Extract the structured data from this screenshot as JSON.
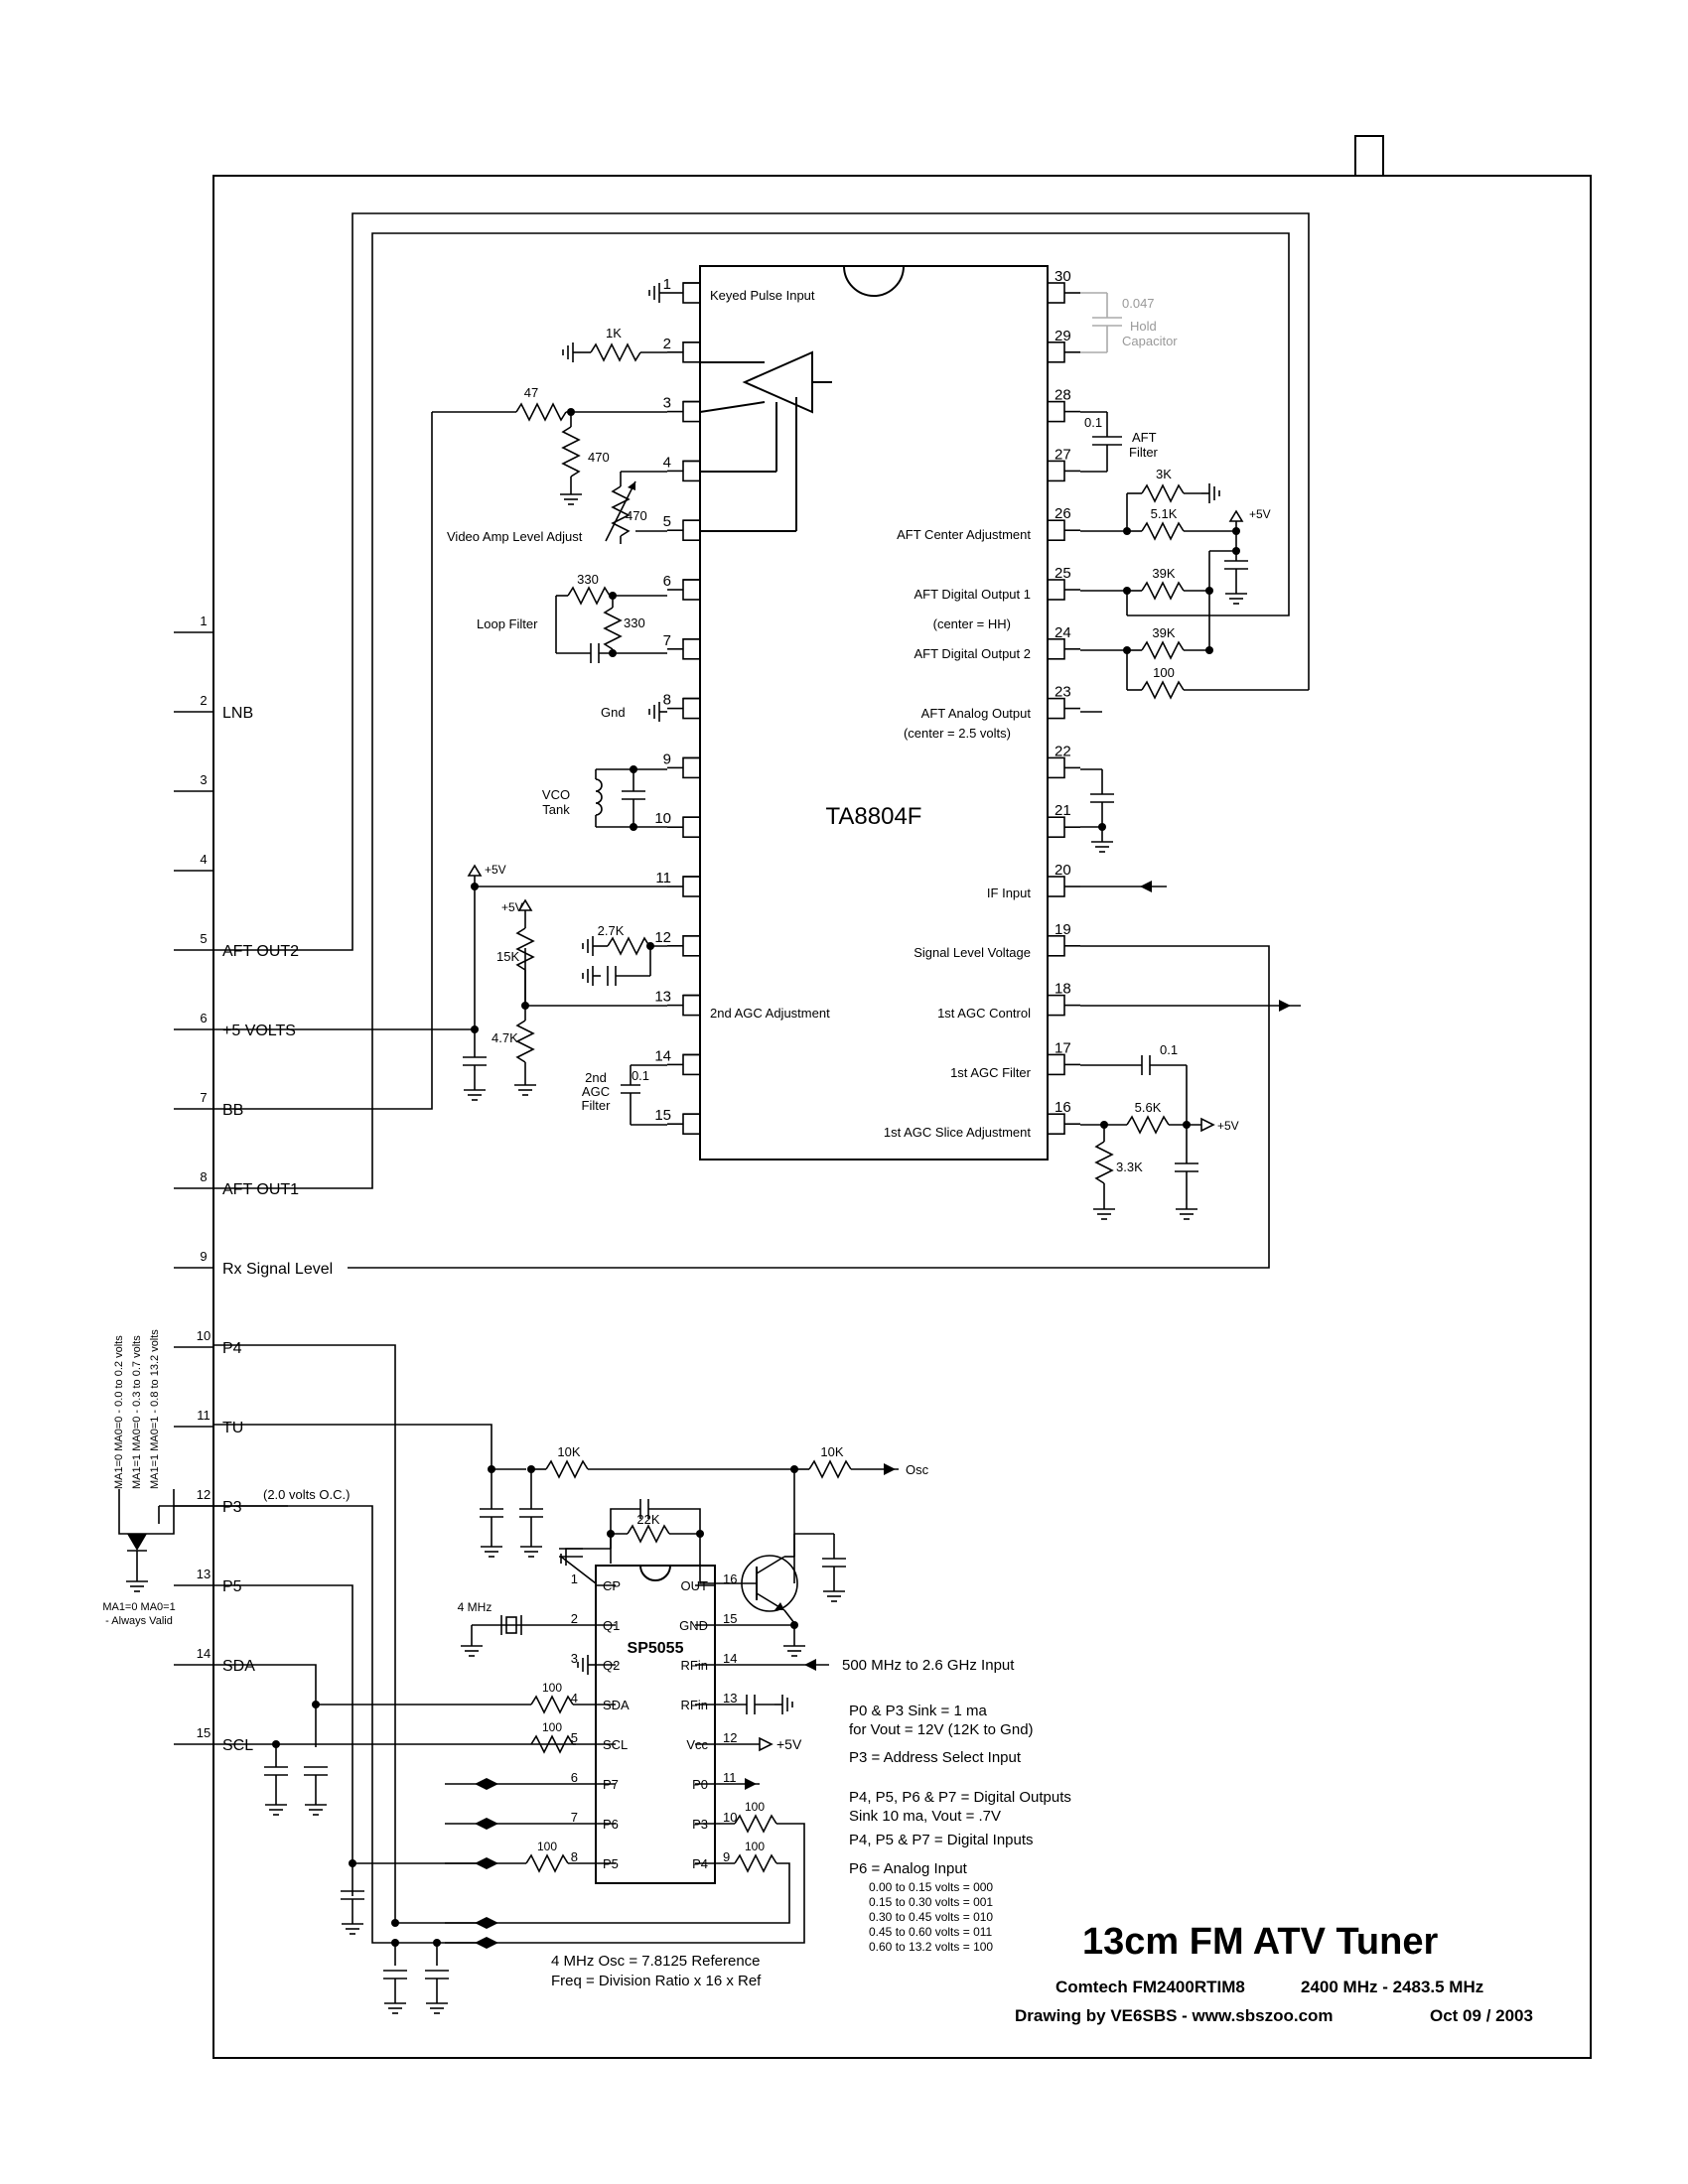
{
  "title": {
    "main": "13cm FM ATV Tuner",
    "model": "Comtech FM2400RTIM8",
    "range": "2400 MHz - 2483.5 MHz",
    "credit": "Drawing by VE6SBS - www.sbszoo.com",
    "date": "Oct 09 / 2003"
  },
  "chip1": {
    "name": "TA8804F",
    "left_pins": [
      "1",
      "2",
      "3",
      "4",
      "5",
      "6",
      "7",
      "8",
      "9",
      "10",
      "11",
      "12",
      "13",
      "14",
      "15"
    ],
    "right_pins": [
      "30",
      "29",
      "28",
      "27",
      "26",
      "25",
      "24",
      "23",
      "22",
      "21",
      "20",
      "19",
      "18",
      "17",
      "16"
    ],
    "left_labels": [
      "Keyed Pulse Input",
      "2nd AGC Adjustment"
    ],
    "right_labels": [
      "AFT Center Adjustment",
      "AFT Digital Output 1",
      "(center = HH)",
      "AFT Digital Output 2",
      "AFT Analog Output",
      "(center = 2.5 volts)",
      "IF Input",
      "Signal Level Voltage",
      "1st AGC Control",
      "1st AGC Filter",
      "1st AGC Slice Adjustment"
    ]
  },
  "chip2": {
    "name": "SP5055",
    "left_pins": [
      "1",
      "2",
      "3",
      "4",
      "5",
      "6",
      "7",
      "8"
    ],
    "right_pins": [
      "16",
      "15",
      "14",
      "13",
      "12",
      "11",
      "10",
      "9"
    ],
    "left_labels": [
      "CP",
      "Q1",
      "Q2",
      "SDA",
      "SCL",
      "P7",
      "P6",
      "P5"
    ],
    "right_labels": [
      "OUT",
      "GND",
      "RFin",
      "RFin",
      "Vcc",
      "P0",
      "P3",
      "P4"
    ]
  },
  "connector": {
    "pins": [
      "1",
      "2",
      "3",
      "4",
      "5",
      "6",
      "7",
      "8",
      "9",
      "10",
      "11",
      "12",
      "13",
      "14",
      "15"
    ],
    "labels": [
      "",
      "LNB",
      "",
      "",
      "AFT OUT2",
      "+5 VOLTS",
      "BB",
      "AFT OUT1",
      "Rx Signal Level",
      "P4",
      "TU",
      "P3",
      "P5",
      "SDA",
      "SCL"
    ]
  },
  "components": {
    "r_1k": "1K",
    "r_47": "47",
    "r_470a": "470",
    "r_470b": "470",
    "r_330a": "330",
    "r_330b": "330",
    "r_27k": "2.7K",
    "r_15k": "15K",
    "r_47k": "4.7K",
    "r_3k": "3K",
    "r_51k": "5.1K",
    "r_39ka": "39K",
    "r_39kb": "39K",
    "r_100": "100",
    "r_56k": "5.6K",
    "r_33k": "3.3K",
    "c_047": "0.047",
    "hold": "Hold",
    "capacitor": "Capacitor",
    "c_01a": "0.1",
    "aft": "AFT",
    "filter": "Filter",
    "c_01b": "0.1",
    "c_01c": "0.1",
    "r_10ka": "10K",
    "r_10kb": "10K",
    "r_22k": "22K",
    "r_100_sda": "100",
    "r_100_scl": "100",
    "r_100_p5": "100",
    "r_100_p3": "100",
    "r_100_p4": "100",
    "xtal": "4 MHz",
    "osc": "Osc"
  },
  "labels": {
    "video_amp": "Video Amp Level Adjust",
    "loop_filter": "Loop Filter",
    "gnd": "Gnd",
    "vco1": "VCO",
    "vco2": "Tank",
    "agc1": "2nd",
    "agc2": "AGC",
    "agc3": "Filter",
    "plus5v": "+5V",
    "p3_oc": "(2.0 volts O.C.)",
    "rf_in": "500 MHz to 2.6 GHz Input",
    "ma_lines": [
      "MA1=0  MA0=0  - 0.0 to 0.2 volts",
      "MA1=1  MA0=0  - 0.3 to 0.7 volts",
      "MA1=1  MA0=1  - 0.8 to 13.2 volts"
    ],
    "ma_valid1": "MA1=0  MA0=1",
    "ma_valid2": "- Always Valid"
  },
  "notes": [
    "P0 & P3 Sink = 1 ma",
    "for Vout = 12V (12K to Gnd)",
    "P3 = Address Select Input",
    "P4, P5, P6 & P7 = Digital Outputs",
    "Sink 10 ma, Vout = .7V",
    "P4, P5 & P7 = Digital Inputs",
    "P6 = Analog Input"
  ],
  "adc_table": [
    "0.00 to 0.15 volts = 000",
    "0.15 to 0.30 volts = 001",
    "0.30 to 0.45 volts = 010",
    "0.45 to 0.60 volts = 011",
    "0.60 to 13.2 volts = 100"
  ],
  "osc_notes": [
    "4 MHz Osc = 7.8125 Reference",
    "Freq = Division Ratio x 16 x Ref"
  ]
}
